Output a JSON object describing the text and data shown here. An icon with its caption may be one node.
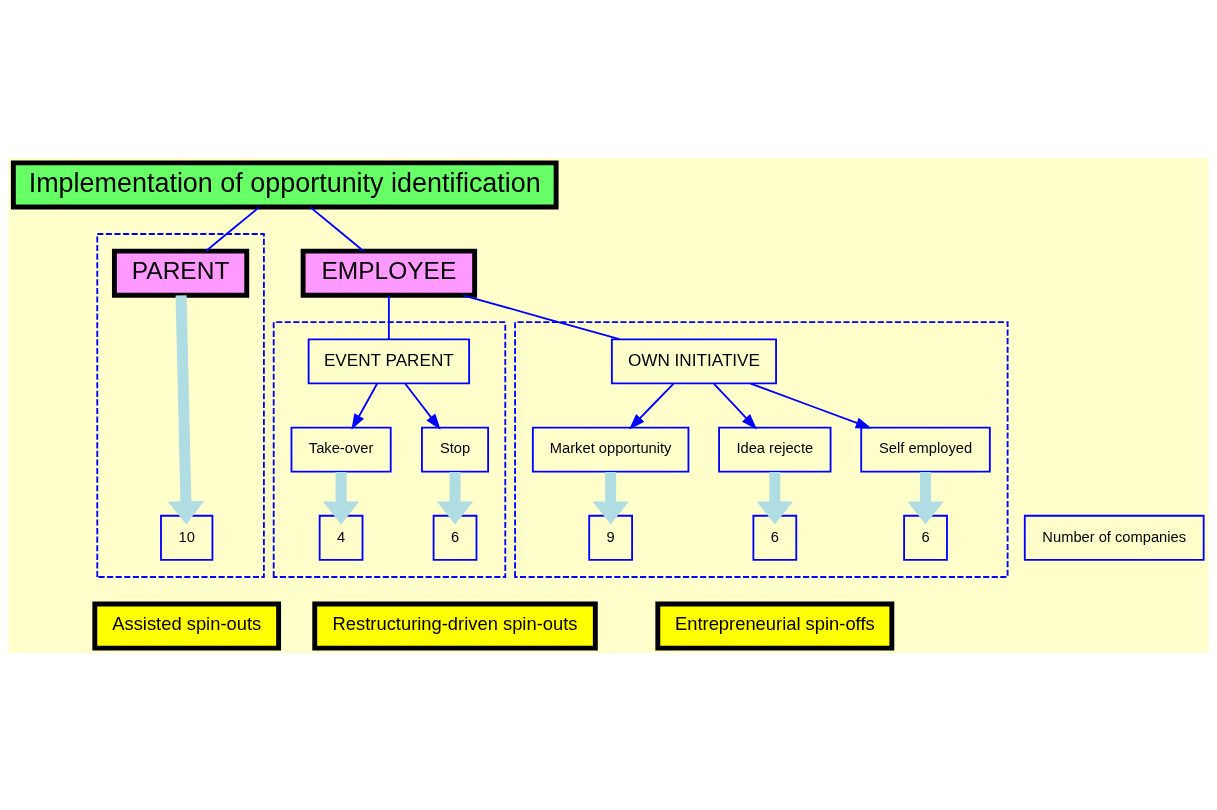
{
  "diagram": {
    "nodes": [
      {
        "text": [
          "Implementation of opportunity identification"
        ]
      },
      {
        "text": [],
        "shape": "box"
      },
      {
        "text": [
          "PARENT"
        ],
        "in": 1
      },
      {
        "text": [
          "10"
        ],
        "in": 1
      },
      {
        "text": [
          "EMPLOYEE"
        ]
      },
      {
        "text": [],
        "shape": "box"
      },
      {
        "text": [
          "EVENT PARENT"
        ],
        "in": 5
      },
      {
        "text": [
          "Take-over"
        ],
        "in": 5
      },
      {
        "text": [
          "Stop"
        ],
        "in": 5
      },
      {
        "text": [
          "4"
        ],
        "in": 5
      },
      {
        "text": [
          "6"
        ],
        "in": 5
      },
      {
        "text": [],
        "shape": "box"
      },
      {
        "text": [
          "OWN INITIATIVE"
        ],
        "in": 11
      },
      {
        "text": [
          "Market opportunity"
        ],
        "in": 11
      },
      {
        "text": [
          "Idea rejecte"
        ],
        "in": 11
      },
      {
        "text": [
          "Self employed"
        ],
        "in": 11
      },
      {
        "text": [
          "9"
        ],
        "in": 11
      },
      {
        "text": [
          "6"
        ],
        "in": 11
      },
      {
        "text": [
          "6"
        ],
        "in": 11
      },
      {
        "text": [
          "Number of companies"
        ]
      },
      {
        "text": [
          "Assisted spin-outs"
        ]
      },
      {
        "text": [
          "Restructuring-driven spin-outs"
        ]
      },
      {
        "text": [
          "Entrepreneurial spin-offs"
        ]
      }
    ],
    "edges": [
      {
        "from": 0,
        "to": 2,
        "arrow": "none"
      },
      {
        "from": 0,
        "to": 4,
        "arrow": "none"
      },
      {
        "from": 2,
        "to": 3,
        "arrow": "to",
        "style": "thick",
        "color": "#b0dde4"
      },
      {
        "from": 4,
        "to": 6,
        "arrow": "none"
      },
      {
        "from": 4,
        "to": 12,
        "arrow": "none"
      },
      {
        "from": 6,
        "to": 7,
        "arrow": "to"
      },
      {
        "from": 6,
        "to": 8,
        "arrow": "to"
      },
      {
        "from": 7,
        "to": 9,
        "arrow": "to",
        "style": "thick",
        "color": "#b0dde4"
      },
      {
        "from": 8,
        "to": 10,
        "arrow": "to",
        "style": "thick",
        "color": "#b0dde4"
      },
      {
        "from": 12,
        "to": 13,
        "arrow": "to"
      },
      {
        "from": 12,
        "to": 14,
        "arrow": "to"
      },
      {
        "from": 12,
        "to": 15,
        "arrow": "to"
      },
      {
        "from": 13,
        "to": 16,
        "arrow": "to",
        "style": "thick",
        "color": "#b0dde4"
      },
      {
        "from": 14,
        "to": 17,
        "arrow": "to",
        "style": "thick",
        "color": "#b0dde4"
      },
      {
        "from": 15,
        "to": 18,
        "arrow": "to",
        "style": "thick",
        "color": "#b0dde4"
      }
    ]
  }
}
